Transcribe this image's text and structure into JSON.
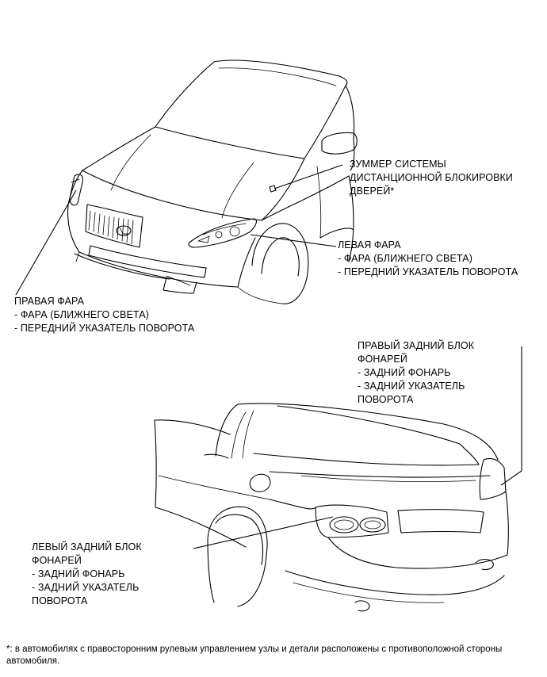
{
  "labels": {
    "buzzer": {
      "lines": [
        "ЗУММЕР СИСТЕМЫ",
        "ДИСТАНЦИОННОЙ БЛОКИРОВКИ",
        "ДВЕРЕЙ*"
      ]
    },
    "left_headlamp": {
      "lines": [
        "ЛЕВАЯ ФАРА",
        "- ФАРА (БЛИЖНЕГО СВЕТА)",
        "- ПЕРЕДНИЙ УКАЗАТЕЛЬ ПОВОРОТА"
      ]
    },
    "right_headlamp": {
      "lines": [
        "ПРАВАЯ ФАРА",
        "- ФАРА (БЛИЖНЕГО СВЕТА)",
        "- ПЕРЕДНИЙ УКАЗАТЕЛЬ ПОВОРОТА"
      ]
    },
    "right_rear_lamp": {
      "lines": [
        "ПРАВЫЙ ЗАДНИЙ БЛОК",
        "ФОНАРЕЙ",
        "- ЗАДНИЙ ФОНАРЬ",
        "- ЗАДНИЙ УКАЗАТЕЛЬ",
        "ПОВОРОТА"
      ]
    },
    "left_rear_lamp": {
      "lines": [
        "ЛЕВЫЙ ЗАДНИЙ БЛОК",
        "ФОНАРЕЙ",
        "- ЗАДНИЙ ФОНАРЬ",
        "- ЗАДНИЙ УКАЗАТЕЛЬ",
        "ПОВОРОТА"
      ]
    }
  },
  "footnote": "*: в автомобилях с правосторонним рулевым управлением узлы и детали расположены с противоположной стороны автомобиля.",
  "colors": {
    "line": "#000000",
    "background": "#ffffff"
  }
}
